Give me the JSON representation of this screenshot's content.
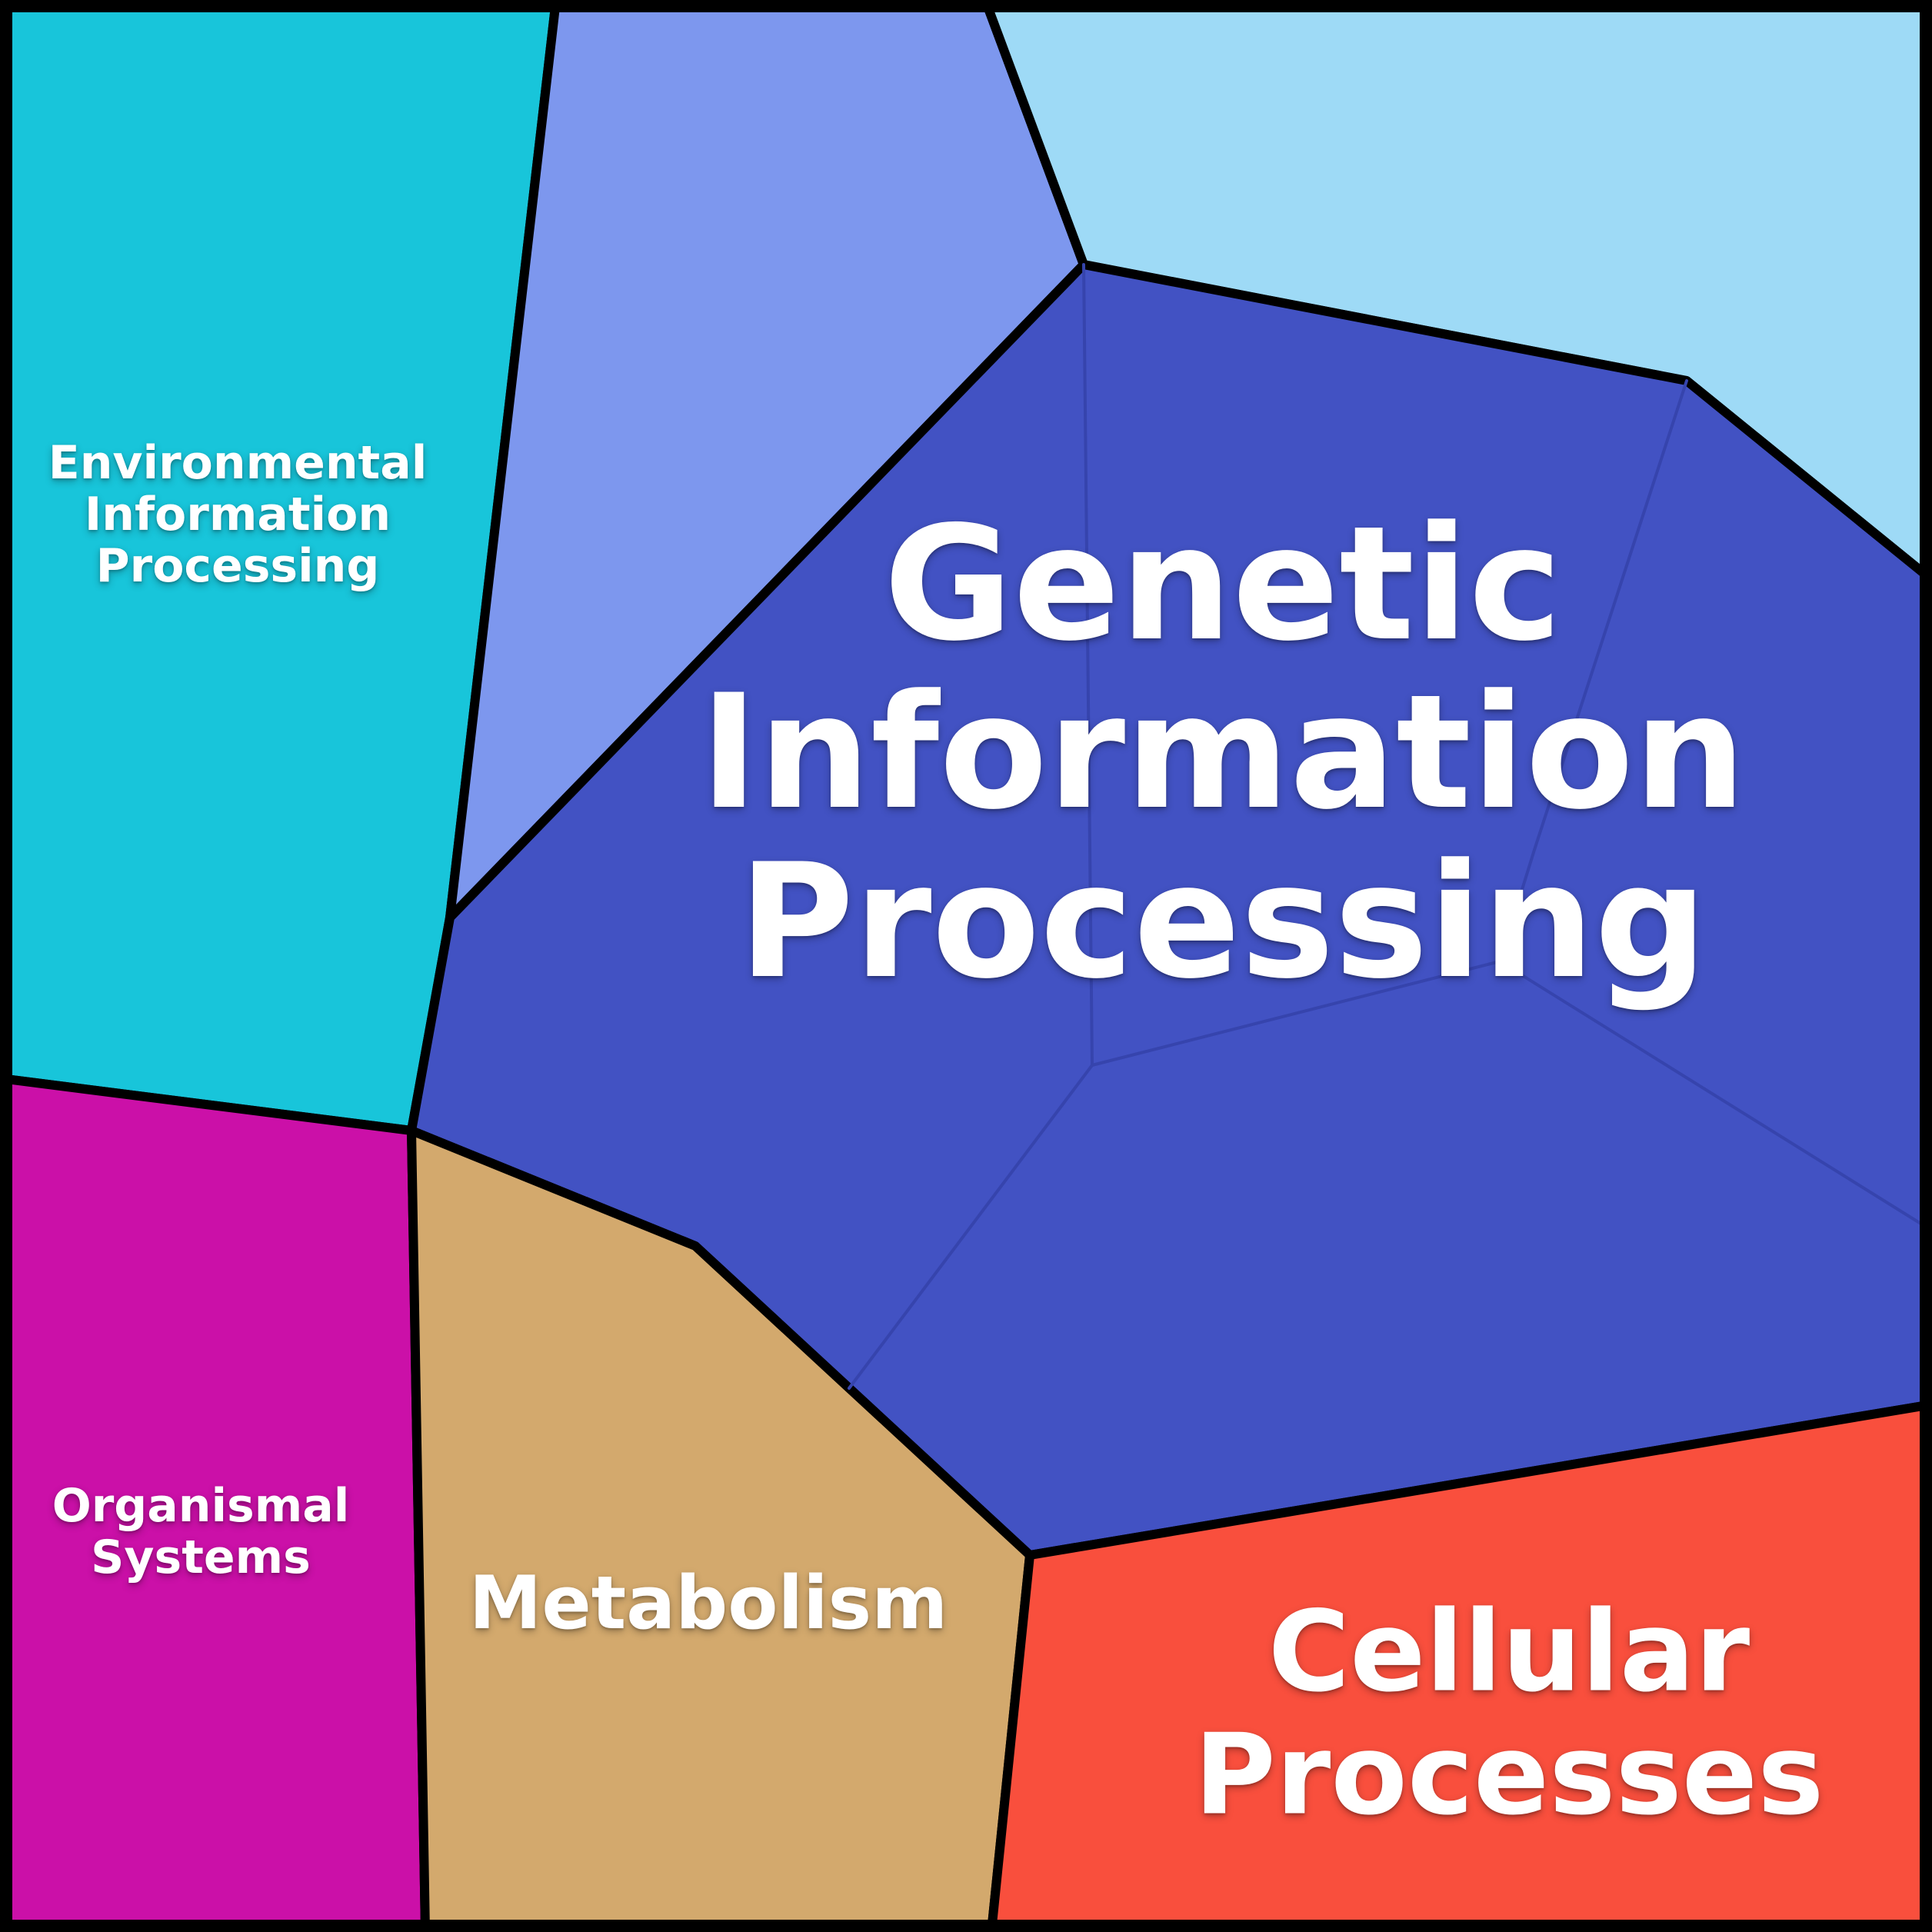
{
  "figure": {
    "background_color": "#ffffff",
    "border_color": "#000000"
  },
  "chart_data": {
    "type": "voronoi-treemap",
    "title": "",
    "legend": "none",
    "regions": [
      {
        "id": "environmental-information-processing",
        "label": "Environmental\nInformation\nProcessing",
        "color": "#18c5da",
        "labeled": true,
        "position": "top-left"
      },
      {
        "id": "unlabeled-upper-middle",
        "label": "",
        "color": "#7d97ee",
        "labeled": false,
        "position": "top-middle"
      },
      {
        "id": "unlabeled-top-right",
        "label": "",
        "color": "#9edaf6",
        "labeled": false,
        "position": "top-right"
      },
      {
        "id": "genetic-information-processing",
        "label": "Genetic\nInformation\nProcessing",
        "color": "#4252c3",
        "labeled": true,
        "position": "center"
      },
      {
        "id": "organismal-systems",
        "label": "Organismal\nSystems",
        "color": "#cb10a8",
        "labeled": true,
        "position": "bottom-left"
      },
      {
        "id": "metabolism",
        "label": "Metabolism",
        "color": "#d3a96d",
        "labeled": true,
        "position": "bottom-middle"
      },
      {
        "id": "cellular-processes",
        "label": "Cellular\nProcesses",
        "color": "#f94f3d",
        "labeled": true,
        "position": "bottom-right"
      }
    ],
    "boundary_color": "#000000",
    "subcell_divider_color": "#3644ad"
  }
}
